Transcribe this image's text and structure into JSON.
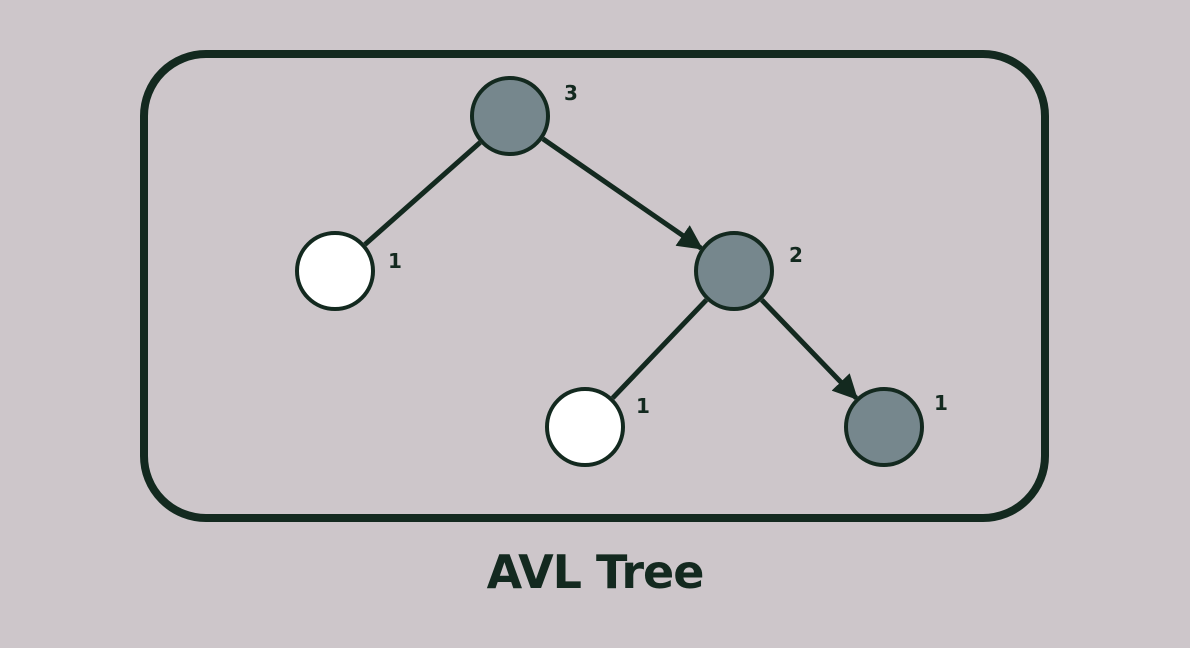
{
  "title": "AVL Tree",
  "colors": {
    "background": "#cdc6ca",
    "ink": "#13291f",
    "highlight_fill": "#76878d",
    "empty_fill": "#ffffff"
  },
  "nodes": [
    {
      "id": "root",
      "height_label": "3",
      "highlighted": true
    },
    {
      "id": "left-child",
      "height_label": "1",
      "highlighted": false
    },
    {
      "id": "right-child",
      "height_label": "2",
      "highlighted": true
    },
    {
      "id": "right-left-grandchild",
      "height_label": "1",
      "highlighted": false
    },
    {
      "id": "right-right-grandchild",
      "height_label": "1",
      "highlighted": true
    }
  ],
  "edges": [
    {
      "from": "root",
      "to": "left-child",
      "arrow": false
    },
    {
      "from": "root",
      "to": "right-child",
      "arrow": true
    },
    {
      "from": "right-child",
      "to": "right-left-grandchild",
      "arrow": false
    },
    {
      "from": "right-child",
      "to": "right-right-grandchild",
      "arrow": true
    }
  ]
}
